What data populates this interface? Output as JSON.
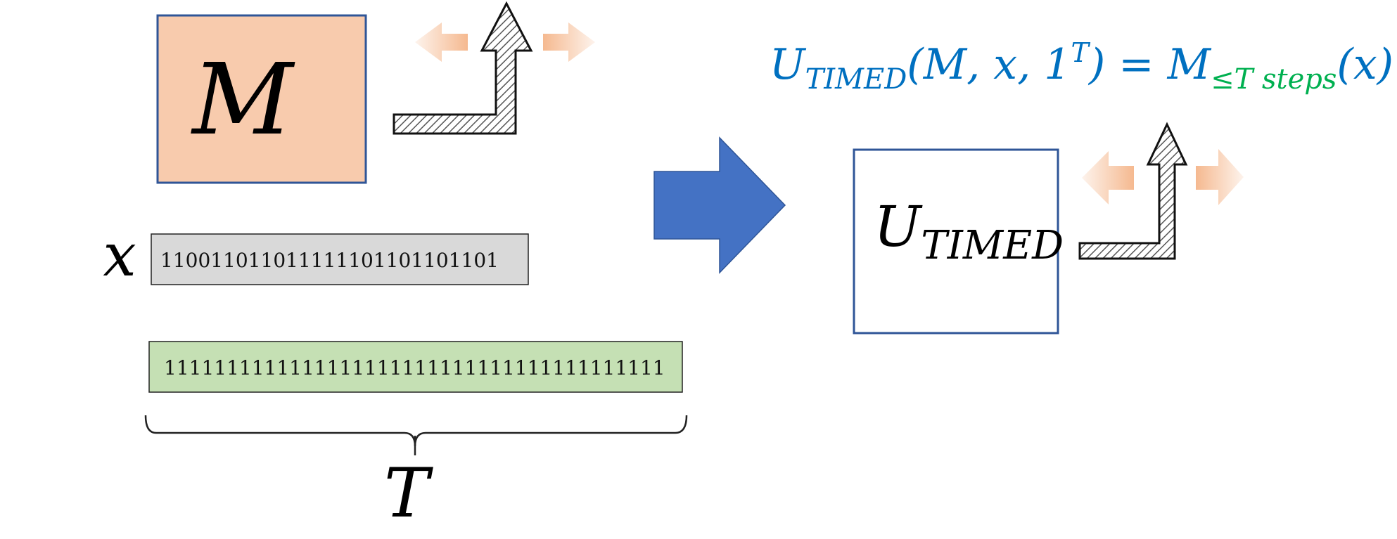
{
  "machine_m": {
    "label": "M"
  },
  "input_x": {
    "label": "x",
    "bits": "11001101101111110110110110 1"
  },
  "time_tape": {
    "bits": "1111111111111111111111111111111111111111",
    "brace_label": "T"
  },
  "universal": {
    "label_main": "U",
    "label_sub": "TIMED"
  },
  "formula": {
    "u": "U",
    "u_sub": "TIMED",
    "args_open": "(M, x, 1",
    "sup": "T",
    "args_close": ") = M",
    "m_sub": "≤T steps",
    "tail": "(x)"
  },
  "colors": {
    "machine_fill": "#f8cbad",
    "box_border": "#2f5597",
    "tape_x_fill": "#d9d9d9",
    "tape_t_fill": "#c5e0b4",
    "big_arrow": "#4472c4",
    "formula_blue": "#0070c0",
    "formula_green": "#00b050",
    "head_arrow_fill": "#f4b183"
  },
  "icons": [
    "output-hatched-arrow-icon",
    "head-move-left-arrow-icon",
    "head-move-right-arrow-icon",
    "transform-arrow-icon",
    "curly-brace-icon"
  ]
}
